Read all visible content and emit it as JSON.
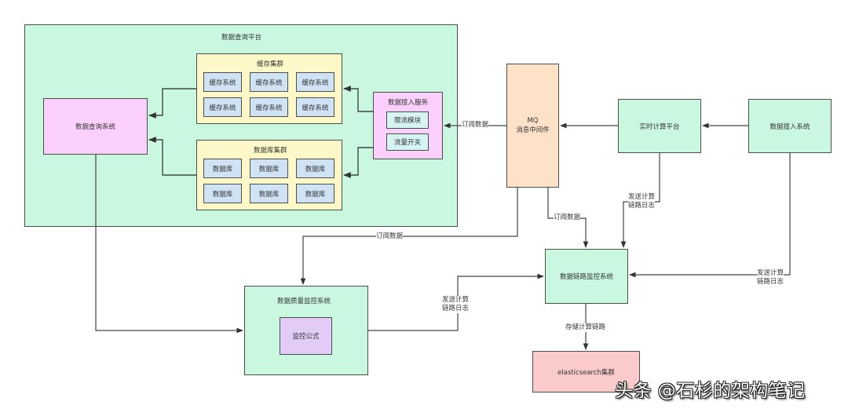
{
  "diagram": {
    "platform": {
      "title": "数据查询平台"
    },
    "query_system": {
      "label": "数据查询系统"
    },
    "cache_cluster": {
      "title": "缓存集群",
      "nodes": [
        "缓存系统",
        "缓存系统",
        "缓存系统",
        "缓存系统",
        "缓存系统",
        "缓存系统"
      ]
    },
    "db_cluster": {
      "title": "数据库集群",
      "nodes": [
        "数据库",
        "数据库",
        "数据库",
        "数据库",
        "数据库",
        "数据库"
      ]
    },
    "ingest_service": {
      "title": "数据接入服务",
      "modules": [
        "限流模块",
        "流量开关"
      ]
    },
    "mq": {
      "line1": "MQ",
      "line2": "消息中间件"
    },
    "realtime_platform": {
      "label": "实时计算平台"
    },
    "access_system": {
      "label": "数据接入系统"
    },
    "link_monitor": {
      "label": "数据链路监控系统"
    },
    "quality_monitor": {
      "title": "数据质量监控系统",
      "formula": "监控公式"
    },
    "elasticsearch": {
      "label": "elasticsearch集群"
    },
    "edges": {
      "mq_to_ingest": "订阅数据",
      "mq_to_quality": "订阅数据",
      "mq_to_link": "订阅数据",
      "realtime_to_link_l1": "发送计算",
      "realtime_to_link_l2": "链路日志",
      "access_to_link_l1": "发送计算",
      "access_to_link_l2": "链路日志",
      "quality_to_link_l1": "发送计算",
      "quality_to_link_l2": "链路日志",
      "link_to_es": "存储计算链路"
    },
    "colors": {
      "green": "#c9f7e0",
      "pink": "#fcd0fc",
      "yellow": "#fef8c8",
      "blue": "#cfe3f5",
      "peach": "#fde2c8",
      "lilac": "#e3cbf7",
      "rose": "#fbcaca",
      "stroke": "#4a4f4a"
    }
  },
  "watermark": "头条 @石杉的架构笔记"
}
